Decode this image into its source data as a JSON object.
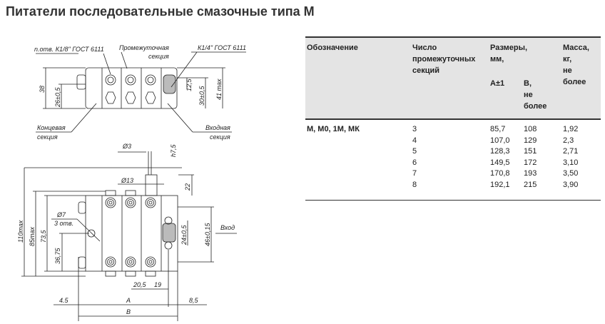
{
  "title": "Питатели последовательные смазочные типа М",
  "drawing": {
    "top_view": {
      "port_label": "n.отв. К1/8\" ГОСТ 6111",
      "intermediate_label_1": "Промежуточная",
      "intermediate_label_2": "секция",
      "inlet_thread": "К1/4\" ГОСТ 6111",
      "end_label_1": "Концевая",
      "end_label_2": "секция",
      "input_label_1": "Входная",
      "input_label_2": "секция",
      "dim_38": "38",
      "dim_26": "26±0,5",
      "dim_12_5": "12,5",
      "dim_30": "30±0,5",
      "dim_41": "41 max"
    },
    "front_view": {
      "dim_d3": "Ø3",
      "dim_h7_5": "h7,5",
      "dim_d13": "Ø13",
      "dim_22": "22",
      "dim_d7": "Ø7",
      "holes": "3 отв.",
      "dim_110": "110max",
      "dim_85": "85max",
      "dim_73_5": "73,5",
      "dim_36_75": "36,75",
      "dim_24": "24±0,5",
      "dim_46": "46±0,15",
      "inlet": "Вход",
      "dim_20_5": "20,5",
      "dim_19": "19",
      "dim_4_5": "4.5",
      "dim_A": "A",
      "dim_8_5": "8,5",
      "dim_B": "B"
    }
  },
  "table": {
    "headers": {
      "designation": "Обозначение",
      "sections_1": "Число",
      "sections_2": "промежуточных",
      "sections_3": "секций",
      "size_1": "Размеры,",
      "size_2": "мм,",
      "a": "А±1",
      "b_1": "В,",
      "b_2": "не",
      "b_3": "более",
      "mass_1": "Масса,",
      "mass_2": "кг,",
      "mass_3": "не",
      "mass_4": "более"
    },
    "designation": "М, М0, 1М, МК",
    "rows": [
      {
        "n": "3",
        "a": "85,7",
        "b": "108",
        "m": "1,92"
      },
      {
        "n": "4",
        "a": "107,0",
        "b": "129",
        "m": "2,3"
      },
      {
        "n": "5",
        "a": "128,3",
        "b": "151",
        "m": "2,71"
      },
      {
        "n": "6",
        "a": "149,5",
        "b": "172",
        "m": "3,10"
      },
      {
        "n": "7",
        "a": "170,8",
        "b": "193",
        "m": "3,50"
      },
      {
        "n": "8",
        "a": "192,1",
        "b": "215",
        "m": "3,90"
      }
    ]
  }
}
